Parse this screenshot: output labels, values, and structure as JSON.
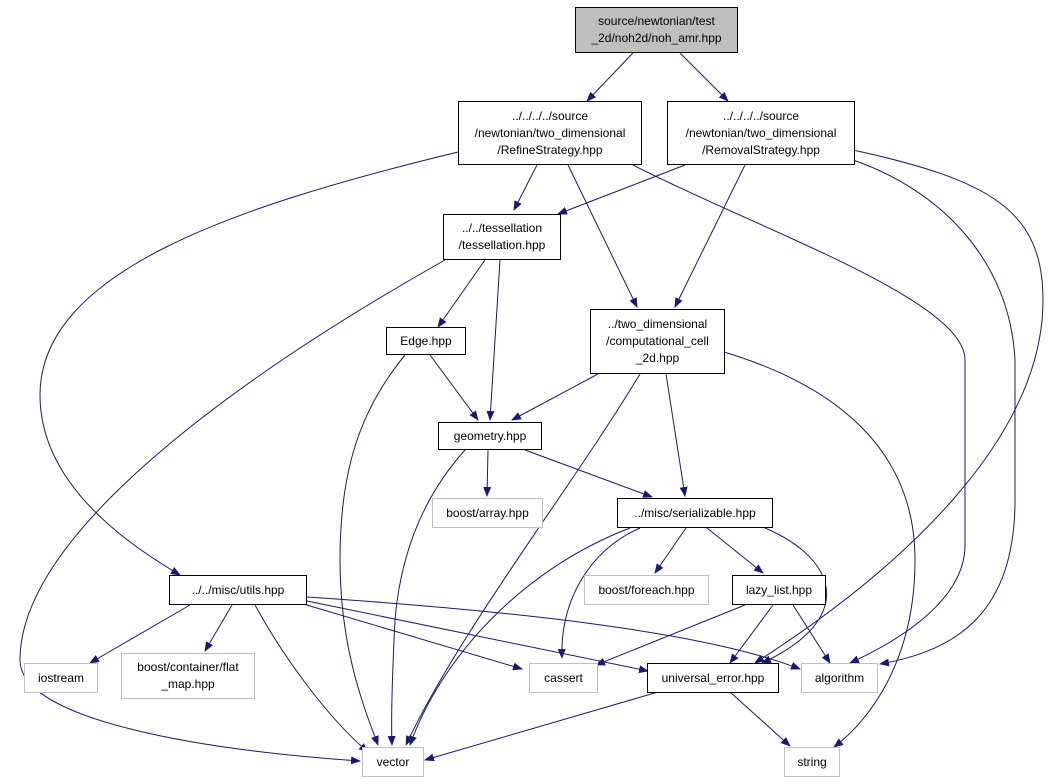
{
  "colors": {
    "edge": "#191970",
    "internal_border": "#000000",
    "external_border": "#bfbfbf",
    "root_fill": "#bfbfbf",
    "node_fill": "#ffffff"
  },
  "nodes": {
    "root": {
      "lines": [
        "source/newtonian/test",
        "_2d/noh2d/noh_amr.hpp"
      ],
      "kind": "root"
    },
    "refine": {
      "lines": [
        "../../../../source",
        "/newtonian/two_dimensional",
        "/RefineStrategy.hpp"
      ],
      "kind": "internal"
    },
    "removal": {
      "lines": [
        "../../../../source",
        "/newtonian/two_dimensional",
        "/RemovalStrategy.hpp"
      ],
      "kind": "internal"
    },
    "tess": {
      "lines": [
        "../../tessellation",
        "/tessellation.hpp"
      ],
      "kind": "internal"
    },
    "edge": {
      "lines": [
        "Edge.hpp"
      ],
      "kind": "internal"
    },
    "compcell": {
      "lines": [
        "../two_dimensional",
        "/computational_cell",
        "_2d.hpp"
      ],
      "kind": "internal"
    },
    "geometry": {
      "lines": [
        "geometry.hpp"
      ],
      "kind": "internal"
    },
    "boostarray": {
      "lines": [
        "boost/array.hpp"
      ],
      "kind": "external"
    },
    "serial": {
      "lines": [
        "../misc/serializable.hpp"
      ],
      "kind": "internal"
    },
    "foreach": {
      "lines": [
        "boost/foreach.hpp"
      ],
      "kind": "external"
    },
    "lazy": {
      "lines": [
        "lazy_list.hpp"
      ],
      "kind": "internal"
    },
    "utils": {
      "lines": [
        "../../misc/utils.hpp"
      ],
      "kind": "internal"
    },
    "iostream": {
      "lines": [
        "iostream"
      ],
      "kind": "external"
    },
    "flatmap": {
      "lines": [
        "boost/container/flat",
        "_map.hpp"
      ],
      "kind": "external"
    },
    "cassert": {
      "lines": [
        "cassert"
      ],
      "kind": "external"
    },
    "uerror": {
      "lines": [
        "universal_error.hpp"
      ],
      "kind": "internal"
    },
    "algorithm": {
      "lines": [
        "algorithm"
      ],
      "kind": "external"
    },
    "vector": {
      "lines": [
        "vector"
      ],
      "kind": "external"
    },
    "string": {
      "lines": [
        "string"
      ],
      "kind": "external"
    }
  }
}
